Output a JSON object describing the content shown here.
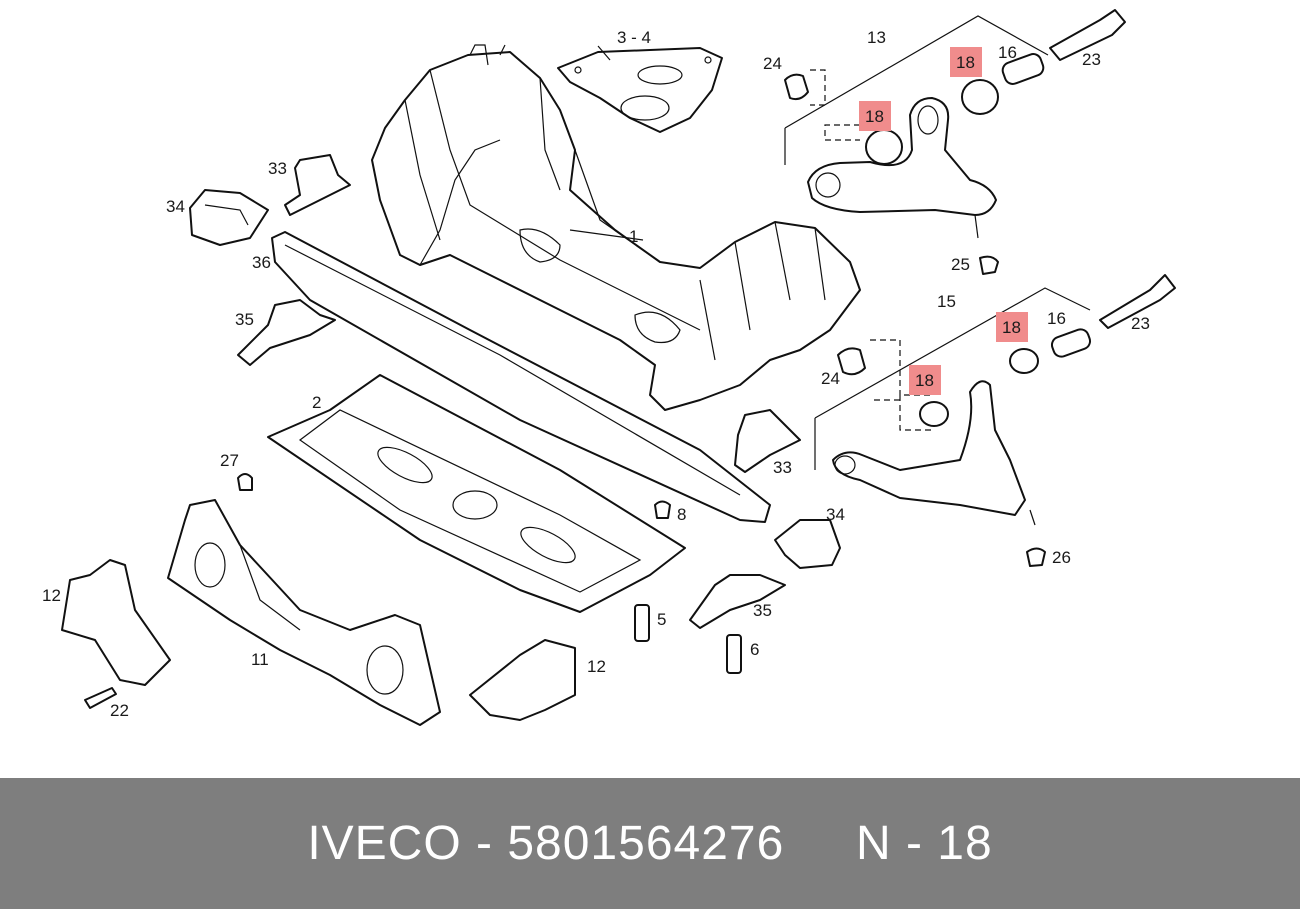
{
  "footer": {
    "text": "IVECO - 5801564276     N - 18"
  },
  "highlight_color": "#f08c8c",
  "callouts": {
    "c1": "1",
    "c2": "2",
    "c34": "3 - 4",
    "c5": "5",
    "c6": "6",
    "c8": "8",
    "c11": "11",
    "c12a": "12",
    "c12b": "12",
    "c13": "13",
    "c15": "15",
    "c16a": "16",
    "c16b": "16",
    "c22": "22",
    "c23a": "23",
    "c23b": "23",
    "c24a": "24",
    "c24b": "24",
    "c25": "25",
    "c26": "26",
    "c27": "27",
    "c33a": "33",
    "c33b": "33",
    "c34a": "34",
    "c34b": "34",
    "c35a": "35",
    "c35b": "35",
    "c36": "36"
  },
  "highlighted": {
    "h1": "18",
    "h2": "18",
    "h3": "18",
    "h4": "18"
  }
}
